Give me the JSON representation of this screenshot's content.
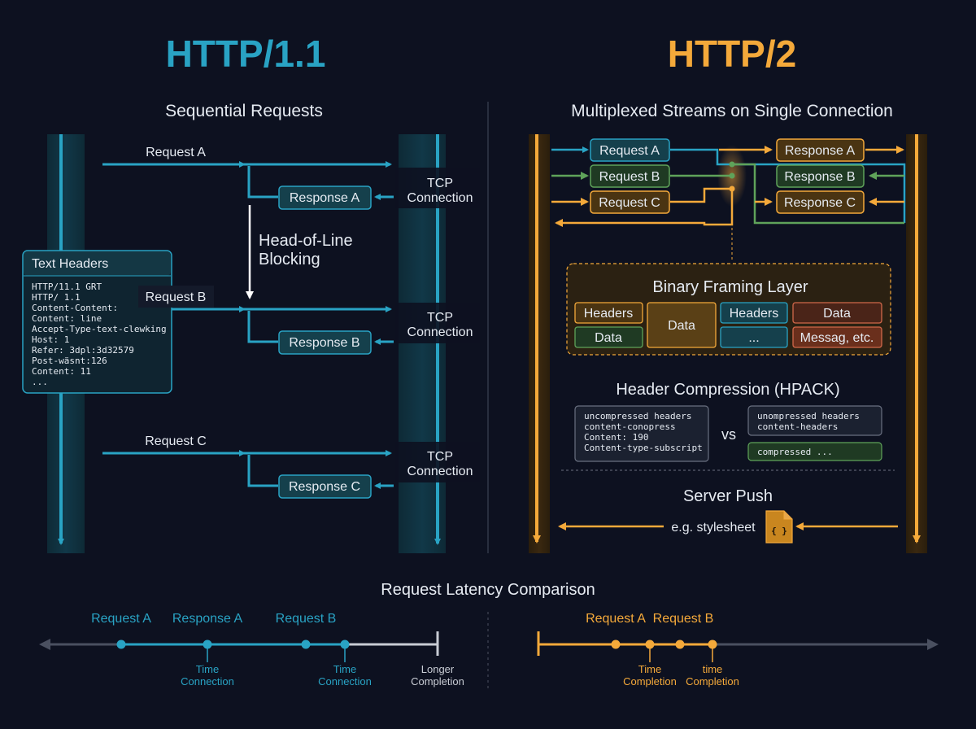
{
  "colors": {
    "background": "#0d1120",
    "http1_accent": "#29a3c4",
    "http2_accent": "#f4a93a",
    "stream_green": "#5fa35a",
    "data_red": "#d0684a",
    "text": "#e6ebf2"
  },
  "http1": {
    "title": "HTTP/1.1",
    "subtitle": "Sequential Requests",
    "requests": [
      {
        "request": "Request A",
        "response": "Response A",
        "tcp": [
          "TCP",
          "Connection"
        ]
      },
      {
        "request": "Request B",
        "response": "Response B",
        "tcp": [
          "TCP",
          "Connection"
        ]
      },
      {
        "request": "Request C",
        "response": "Response C",
        "tcp": [
          "TCP",
          "Connection"
        ]
      }
    ],
    "hol_label": [
      "Head-of-Line",
      "Blocking"
    ],
    "text_headers": {
      "title": "Text Headers",
      "lines": [
        "HTTP/11.1 GRT",
        "HTTP/ 1.1",
        "Content-Content:",
        "Content: line",
        "Accept-Type-text-clewking",
        "Host: 1",
        "Refer: 3dpl:3d32579",
        "Post-wäsnt:126",
        "Content: 11",
        "..."
      ]
    }
  },
  "http2": {
    "title": "HTTP/2",
    "subtitle": "Multiplexed Streams on Single Connection",
    "streams": [
      {
        "request": "Request A",
        "response": "Response A"
      },
      {
        "request": "Request B",
        "response": "Response B"
      },
      {
        "request": "Request C",
        "response": "Response C"
      }
    ],
    "framing": {
      "title": "Binary Framing Layer",
      "frames": [
        "Headers",
        "Data",
        "Data",
        "Headers",
        "...",
        "Data",
        "Messag, etc."
      ]
    },
    "hpack": {
      "title": "Header Compression (HPACK)",
      "left_lines": [
        "uncompressed headers",
        "content-conopress",
        "Content: 190",
        "Content-type-subscript"
      ],
      "vs": "vs",
      "right_lines": [
        "unompressed headers",
        "content-headers"
      ],
      "compressed": "compressed ..."
    },
    "push": {
      "title": "Server Push",
      "label": "e.g. stylesheet",
      "icon": "{ }"
    }
  },
  "latency": {
    "title": "Request Latency Comparison",
    "http1": {
      "events": [
        "Request A",
        "Response A",
        "Request B"
      ],
      "captions": [
        [
          "Time",
          "Connection"
        ],
        [
          "Time",
          "Connection"
        ],
        [
          "Longer",
          "Completion"
        ]
      ]
    },
    "http2": {
      "events": [
        "Request A",
        "Request B"
      ],
      "captions": [
        [
          "Time",
          "Completion"
        ],
        [
          "time",
          "Completion"
        ]
      ]
    }
  }
}
